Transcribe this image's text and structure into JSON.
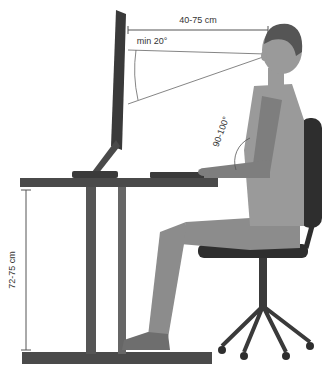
{
  "diagram": {
    "labels": [
      "40-75 cm",
      "min 20°",
      "90-100°",
      "72-75 cm"
    ]
  }
}
